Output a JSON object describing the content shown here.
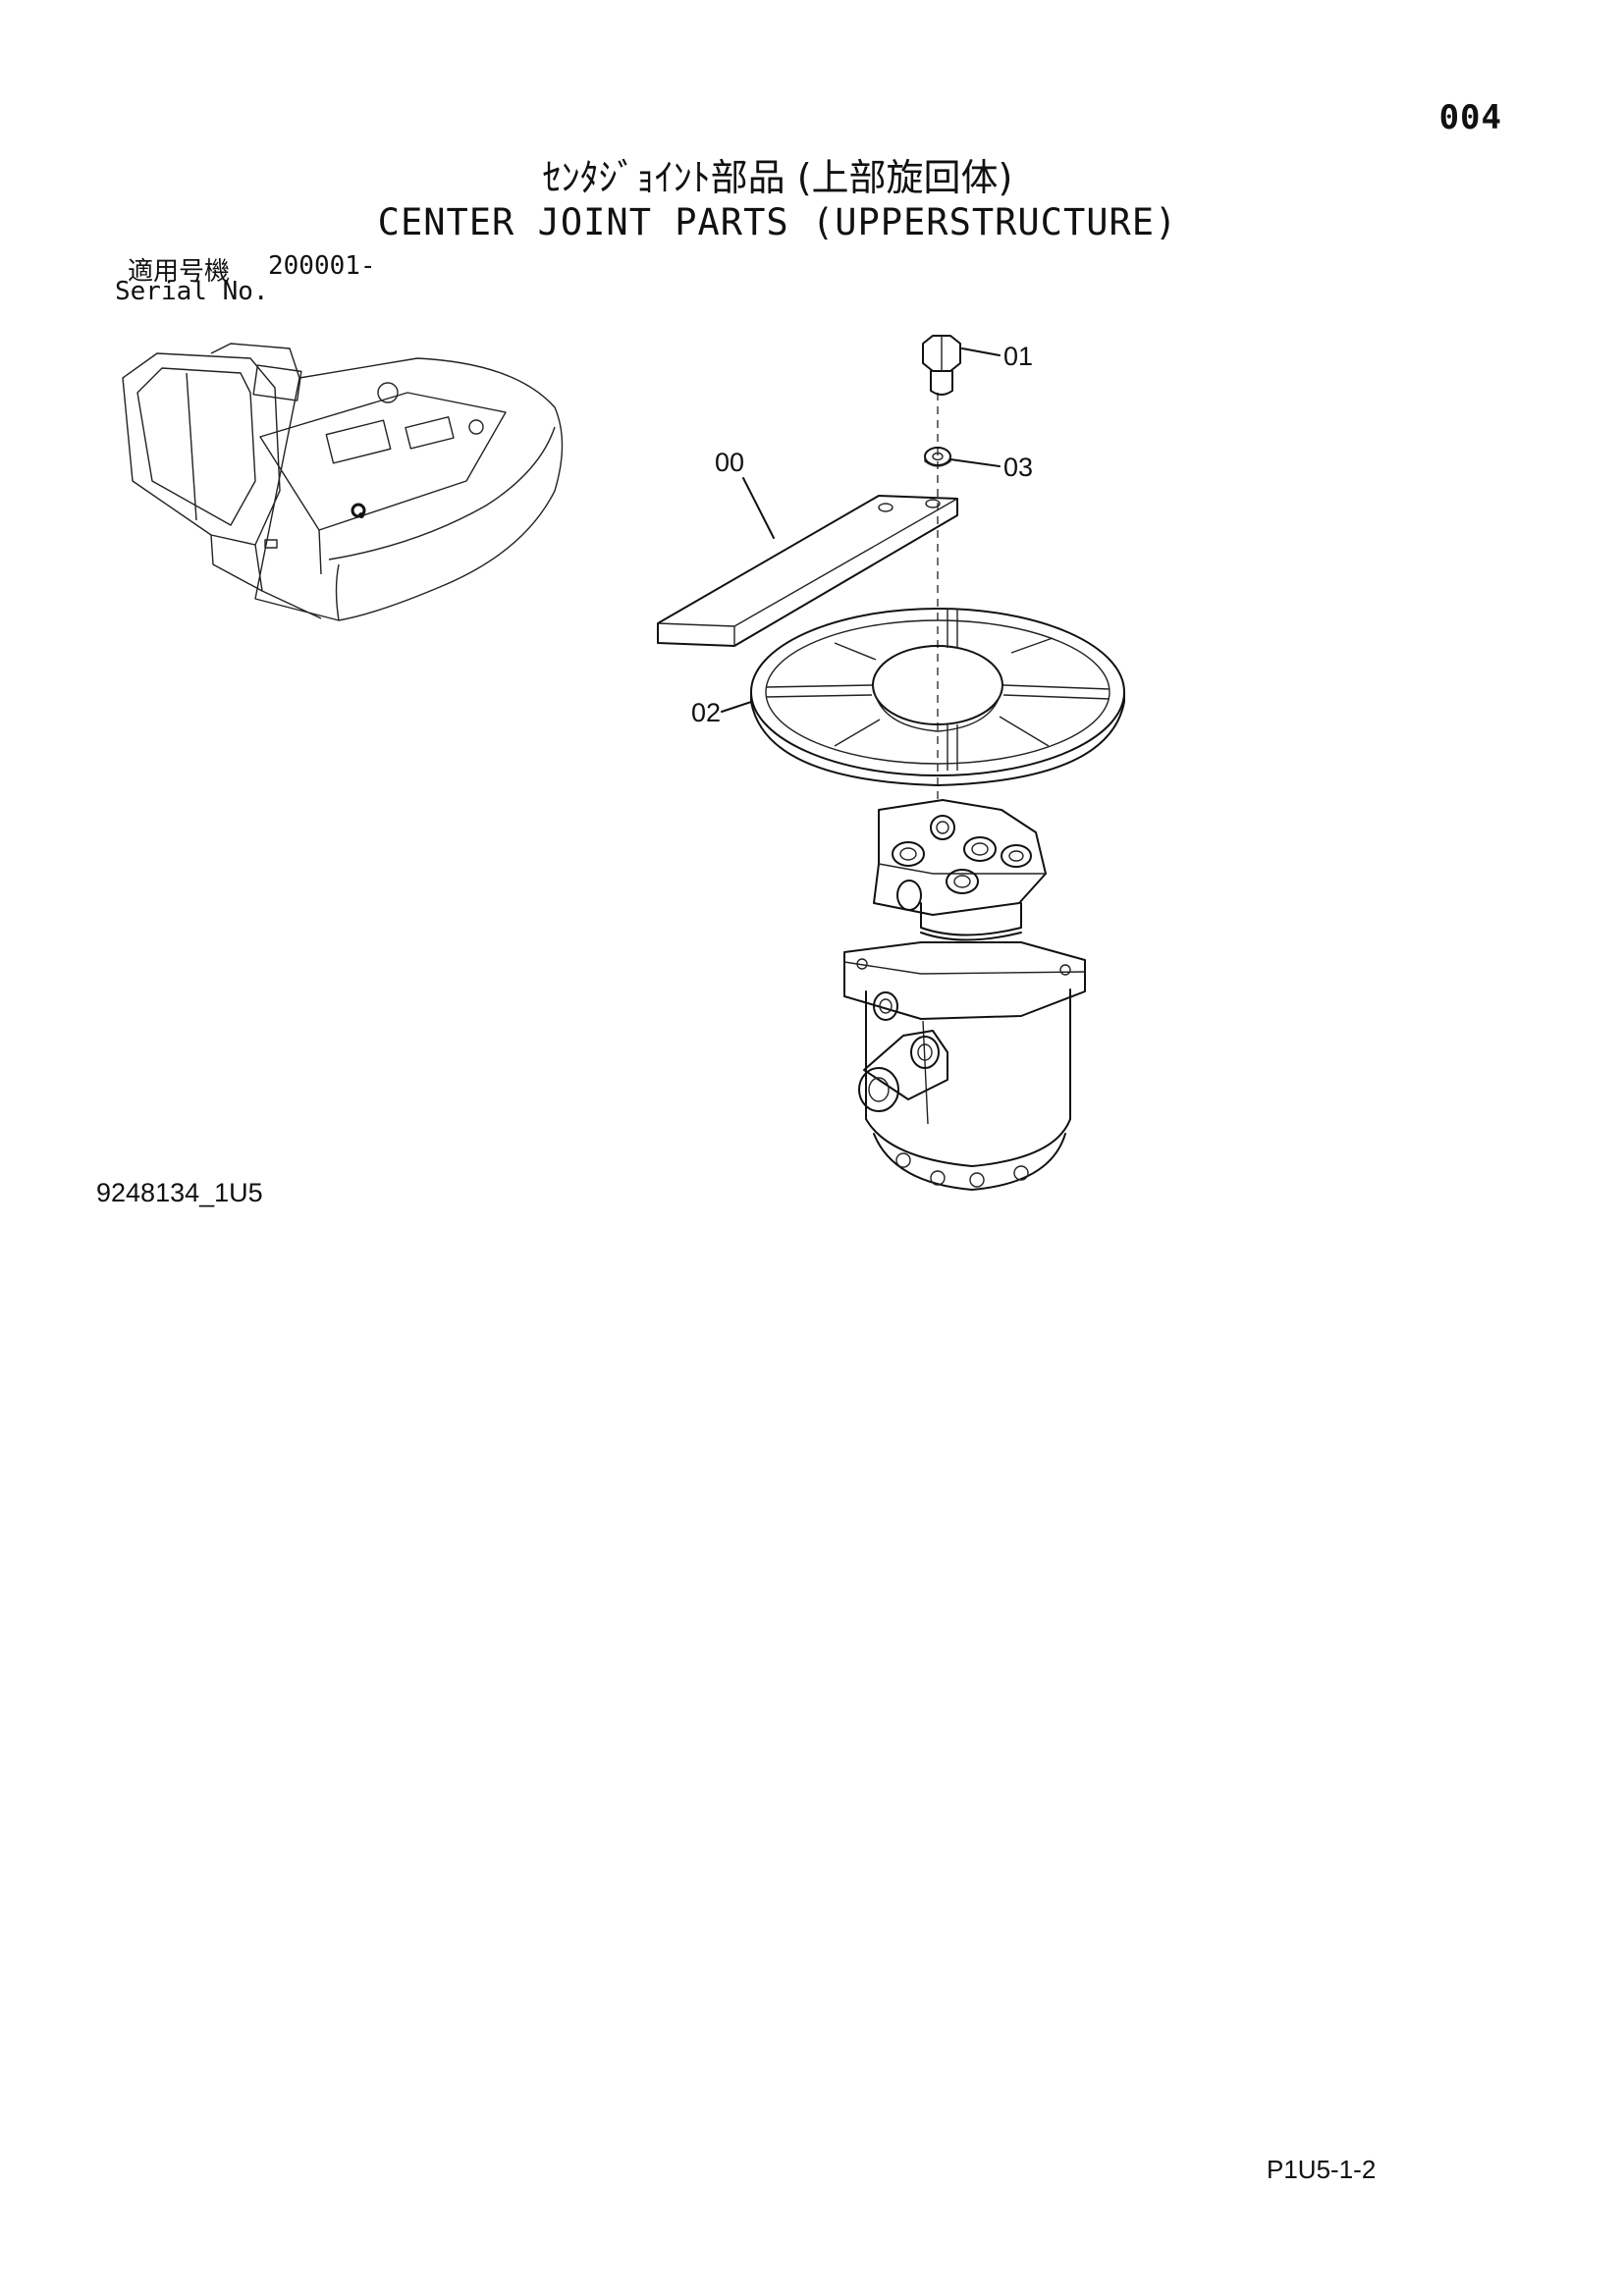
{
  "header": {
    "page_number": "004",
    "title_jp": "ｾﾝﾀｼﾞｮｲﾝﾄ部品 (上部旋回体)",
    "title_en": "CENTER JOINT PARTS (UPPERSTRUCTURE)"
  },
  "serial": {
    "label_jp": "適用号機",
    "value": "200001-",
    "label_en": "Serial No."
  },
  "callouts": {
    "c00": "00",
    "c01": "01",
    "c02": "02",
    "c03": "03"
  },
  "footer": {
    "drawing_code": "9248134_1U5",
    "page_ref": "P1U5-1-2"
  }
}
